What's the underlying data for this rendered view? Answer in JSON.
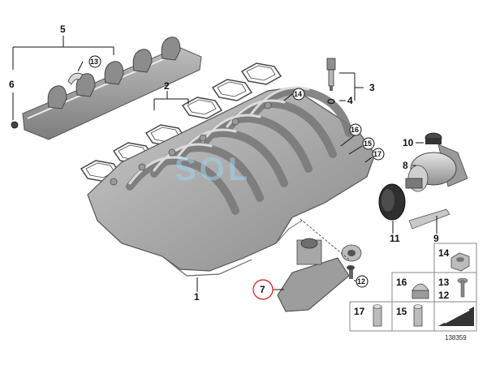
{
  "diagram": {
    "callouts": {
      "c1": "1",
      "c2": "2",
      "c3": "3",
      "c4": "4",
      "c5": "5",
      "c6": "6",
      "c7": "7",
      "c8": "8",
      "c9": "9",
      "c10": "10",
      "c11": "11",
      "c12": "12",
      "c13": "13",
      "c14": "14",
      "c15": "15",
      "c16": "16",
      "c17": "17"
    },
    "hardware_table": {
      "r1c1": "14",
      "r2c1": "16",
      "r2c2a": "13",
      "r2c2b": "12",
      "r3c0": "17",
      "r3c1": "15"
    },
    "diagram_number": "138359",
    "watermark": "SOL"
  }
}
